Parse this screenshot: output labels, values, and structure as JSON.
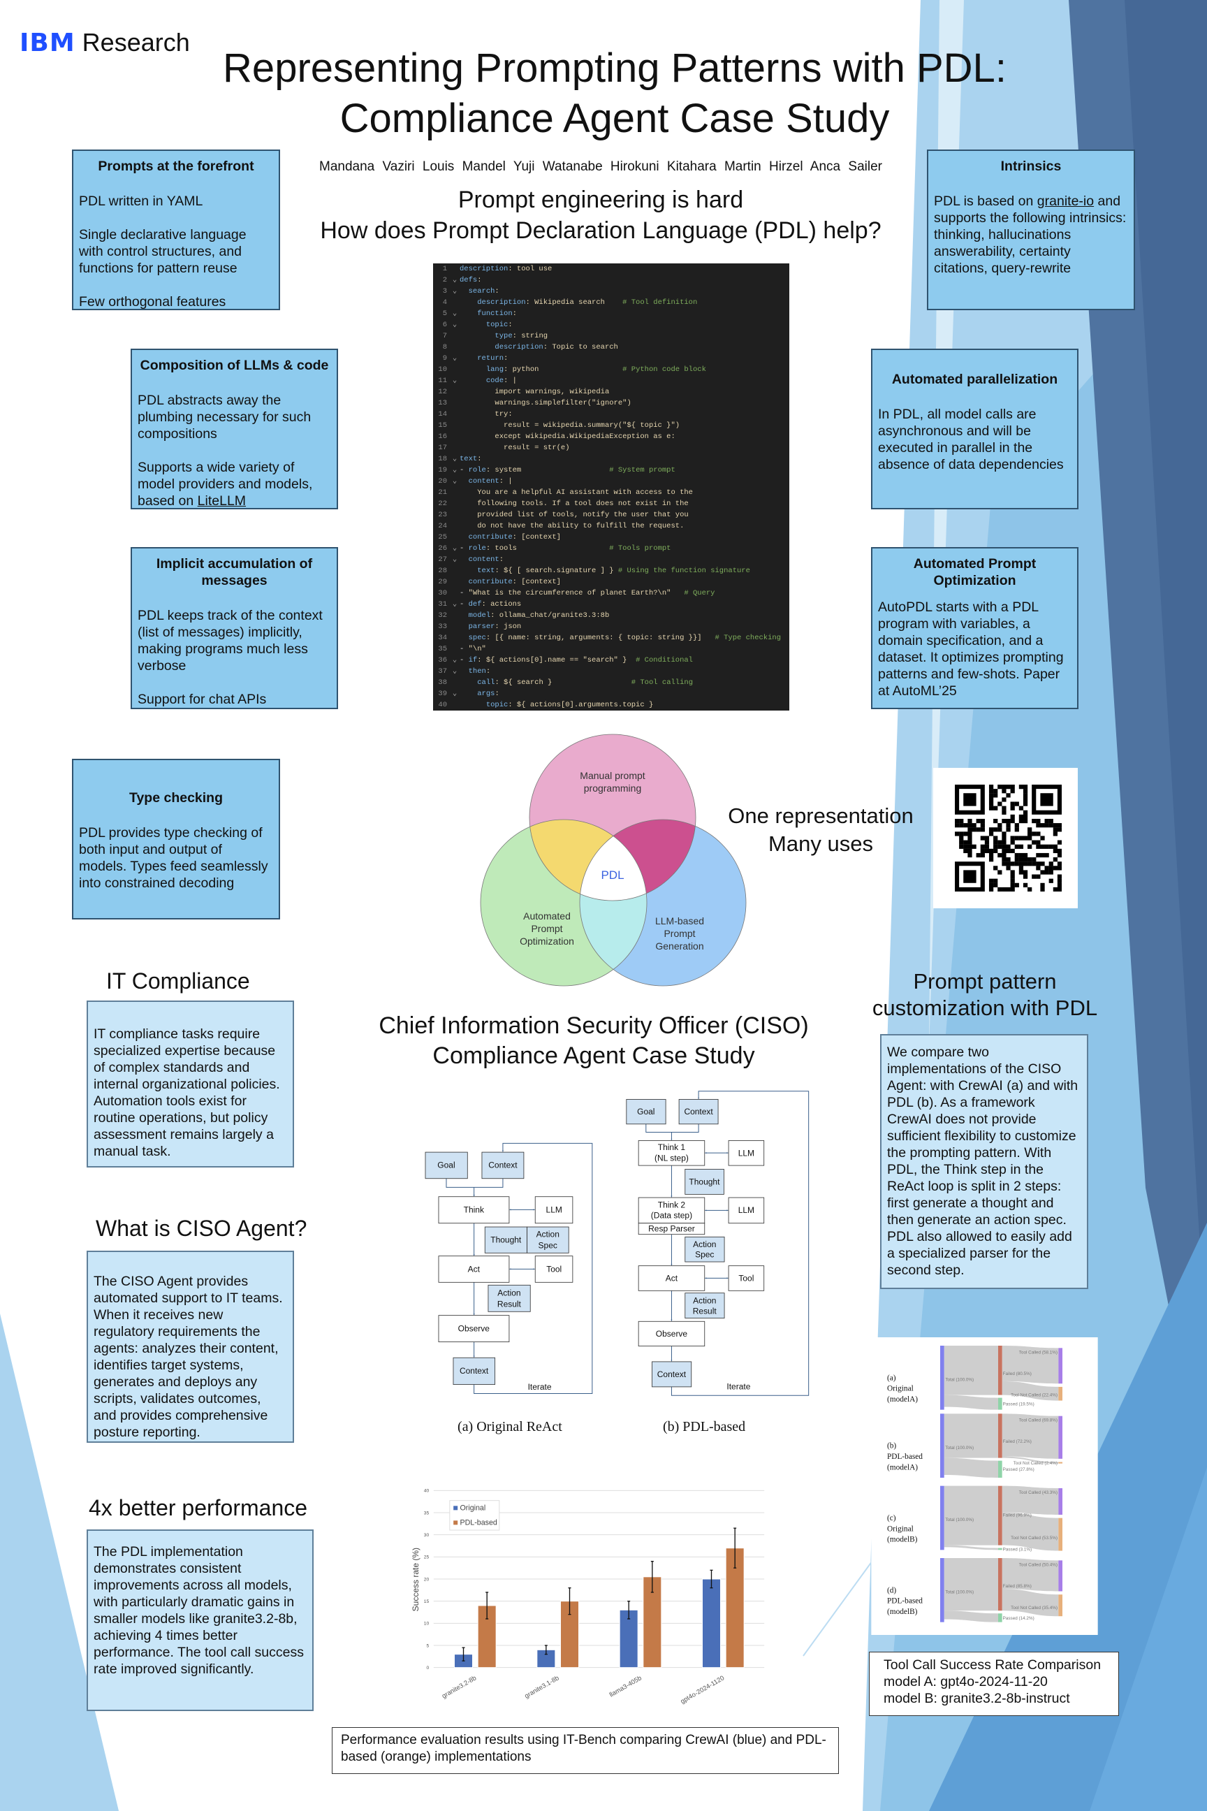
{
  "header": {
    "logo_brand": "IBM",
    "logo_text": "Research",
    "title_line1": "Representing Prompting Patterns with PDL:",
    "title_line2": "Compliance Agent Case Study",
    "authors": "Mandana Vaziri  Louis Mandel  Yuji Watanabe  Hirokuni Kitahara  Martin Hirzel  Anca Sailer",
    "question_line1": "Prompt engineering is hard",
    "question_line2": "How does Prompt Declaration Language (PDL) help?"
  },
  "boxes": {
    "forefront": {
      "title": "Prompts at the forefront",
      "p1": "PDL written in YAML",
      "p2": "Single declarative language with control structures, and functions for pattern reuse",
      "p3": "Few orthogonal features"
    },
    "intrinsics": {
      "title": "Intrinsics",
      "pre": "PDL is based on ",
      "link": "granite-io",
      "post": " and supports the following intrinsics:",
      "l1": "thinking, hallucinations",
      "l2": "answerability, certainty",
      "l3": "citations, query-rewrite"
    },
    "composition": {
      "title": "Composition of LLMs & code",
      "p1": "PDL abstracts away the plumbing necessary for such compositions",
      "p2_pre": "Supports a wide variety of model providers and models, based on ",
      "p2_link": "LiteLLM"
    },
    "parallel": {
      "title": "Automated parallelization",
      "p1": "In PDL, all model calls are asynchronous and will be executed in parallel in the absence of data dependencies"
    },
    "implicit": {
      "title": "Implicit accumulation of messages",
      "p1": "PDL keeps track of the context (list of messages) implicitly, making programs much less verbose",
      "p2": "Support for chat APIs"
    },
    "autopdl": {
      "title": "Automated Prompt Optimization",
      "p1": "AutoPDL starts with a PDL program with variables, a domain specification, and a dataset. It optimizes prompting patterns and few-shots. Paper at AutoML’25"
    },
    "types": {
      "title": "Type checking",
      "p1": "PDL provides type checking of both input and output of models. Types feed seamlessly into constrained decoding"
    }
  },
  "code_lines": [
    {
      "n": "1",
      "f": false,
      "i": "",
      "k": "description",
      "v": ": tool use",
      "c": ""
    },
    {
      "n": "2",
      "f": true,
      "i": "",
      "k": "defs",
      "v": ":",
      "c": ""
    },
    {
      "n": "3",
      "f": true,
      "i": "  ",
      "k": "search",
      "v": ":",
      "c": ""
    },
    {
      "n": "4",
      "f": false,
      "i": "    ",
      "k": "description",
      "v": ": Wikipedia search    ",
      "c": "# Tool definition"
    },
    {
      "n": "5",
      "f": true,
      "i": "    ",
      "k": "function",
      "v": ":",
      "c": ""
    },
    {
      "n": "6",
      "f": true,
      "i": "      ",
      "k": "topic",
      "v": ":",
      "c": ""
    },
    {
      "n": "7",
      "f": false,
      "i": "        ",
      "k": "type",
      "v": ": string",
      "c": ""
    },
    {
      "n": "8",
      "f": false,
      "i": "        ",
      "k": "description",
      "v": ": Topic to search",
      "c": ""
    },
    {
      "n": "9",
      "f": true,
      "i": "    ",
      "k": "return",
      "v": ":",
      "c": ""
    },
    {
      "n": "10",
      "f": false,
      "i": "      ",
      "k": "lang",
      "v": ": python                   ",
      "c": "# Python code block"
    },
    {
      "n": "11",
      "f": true,
      "i": "      ",
      "k": "code",
      "v": ": |",
      "c": ""
    },
    {
      "n": "12",
      "f": false,
      "i": "        ",
      "k": "",
      "v": "import warnings, wikipedia",
      "c": ""
    },
    {
      "n": "13",
      "f": false,
      "i": "        ",
      "k": "",
      "v": "warnings.simplefilter(\"ignore\")",
      "c": ""
    },
    {
      "n": "14",
      "f": false,
      "i": "        ",
      "k": "",
      "v": "try:",
      "c": ""
    },
    {
      "n": "15",
      "f": false,
      "i": "          ",
      "k": "",
      "v": "result = wikipedia.summary(\"${ topic }\")",
      "c": ""
    },
    {
      "n": "16",
      "f": false,
      "i": "        ",
      "k": "",
      "v": "except wikipedia.WikipediaException as e:",
      "c": ""
    },
    {
      "n": "17",
      "f": false,
      "i": "          ",
      "k": "",
      "v": "result = str(e)",
      "c": ""
    },
    {
      "n": "18",
      "f": true,
      "i": "",
      "k": "text",
      "v": ":",
      "c": ""
    },
    {
      "n": "19",
      "f": true,
      "i": "- ",
      "k": "role",
      "v": ": system                    ",
      "c": "# System prompt"
    },
    {
      "n": "20",
      "f": true,
      "i": "  ",
      "k": "content",
      "v": ": |",
      "c": ""
    },
    {
      "n": "21",
      "f": false,
      "i": "    ",
      "k": "",
      "v": "You are a helpful AI assistant with access to the",
      "c": ""
    },
    {
      "n": "22",
      "f": false,
      "i": "    ",
      "k": "",
      "v": "following tools. If a tool does not exist in the",
      "c": ""
    },
    {
      "n": "23",
      "f": false,
      "i": "    ",
      "k": "",
      "v": "provided list of tools, notify the user that you",
      "c": ""
    },
    {
      "n": "24",
      "f": false,
      "i": "    ",
      "k": "",
      "v": "do not have the ability to fulfill the request.",
      "c": ""
    },
    {
      "n": "25",
      "f": false,
      "i": "  ",
      "k": "contribute",
      "v": ": [context]",
      "c": ""
    },
    {
      "n": "26",
      "f": true,
      "i": "- ",
      "k": "role",
      "v": ": tools                     ",
      "c": "# Tools prompt"
    },
    {
      "n": "27",
      "f": true,
      "i": "  ",
      "k": "content",
      "v": ":",
      "c": ""
    },
    {
      "n": "28",
      "f": false,
      "i": "    ",
      "k": "text",
      "v": ": ${ [ search.signature ] } ",
      "c": "# Using the function signature"
    },
    {
      "n": "29",
      "f": false,
      "i": "  ",
      "k": "contribute",
      "v": ": [context]",
      "c": ""
    },
    {
      "n": "30",
      "f": false,
      "i": "- ",
      "k": "",
      "v": "\"What is the circumference of planet Earth?\\n\"   ",
      "c": "# Query"
    },
    {
      "n": "31",
      "f": true,
      "i": "- ",
      "k": "def",
      "v": ": actions",
      "c": ""
    },
    {
      "n": "32",
      "f": false,
      "i": "  ",
      "k": "model",
      "v": ": ollama_chat/granite3.3:8b",
      "c": ""
    },
    {
      "n": "33",
      "f": false,
      "i": "  ",
      "k": "parser",
      "v": ": json",
      "c": ""
    },
    {
      "n": "34",
      "f": false,
      "i": "  ",
      "k": "spec",
      "v": ": [{ name: string, arguments: { topic: string }}]   ",
      "c": "# Type checking"
    },
    {
      "n": "35",
      "f": false,
      "i": "- ",
      "k": "",
      "v": "\"\\n\"",
      "c": ""
    },
    {
      "n": "36",
      "f": true,
      "i": "- ",
      "k": "if",
      "v": ": ${ actions[0].name == \"search\" }  ",
      "c": "# Conditional"
    },
    {
      "n": "37",
      "f": true,
      "i": "  ",
      "k": "then",
      "v": ":",
      "c": ""
    },
    {
      "n": "38",
      "f": false,
      "i": "    ",
      "k": "call",
      "v": ": ${ search }                  ",
      "c": "# Tool calling"
    },
    {
      "n": "39",
      "f": true,
      "i": "    ",
      "k": "args",
      "v": ":",
      "c": ""
    },
    {
      "n": "40",
      "f": false,
      "i": "      ",
      "k": "topic",
      "v": ": ${ actions[0].arguments.topic }",
      "c": ""
    }
  ],
  "venn": {
    "manual": [
      "Manual prompt",
      "programming"
    ],
    "center": "PDL",
    "apo": [
      "Automated",
      "Prompt",
      "Optimization"
    ],
    "llm": [
      "LLM-based",
      "Prompt",
      "Generation"
    ],
    "colors": {
      "pink": "#e9abcd",
      "green": "#bfeab9",
      "blue": "#9ecbf6",
      "yellow": "#f4d96f",
      "magenta": "#cc508f",
      "cyan": "#b7ecec"
    }
  },
  "one_rep": {
    "line1": "One representation",
    "line2": "Many uses"
  },
  "sections": {
    "it_compliance": {
      "heading": "IT Compliance",
      "text": "IT compliance tasks require specialized expertise because of complex standards and internal organizational policies. Automation tools exist for routine operations, but policy assessment remains largely a manual task."
    },
    "ciso_agent": {
      "heading": "What is CISO Agent?",
      "text": "The CISO Agent provides automated support to IT teams. When it receives new regulatory requirements the agents: analyzes their content, identifies target systems, generates and deploys any scripts, validates outcomes, and provides comprehensive posture reporting."
    },
    "performance": {
      "heading": "4x better performance",
      "text": "The PDL implementation demonstrates consistent improvements across all models, with particularly dramatic gains in smaller models like granite3.2-8b, achieving 4 times better performance. The tool call success rate improved significantly."
    },
    "ciso_title": {
      "line1": "Chief Information Security Officer (CISO)",
      "line2": "Compliance Agent Case Study"
    },
    "customization": {
      "heading1": "Prompt pattern",
      "heading2": "customization with PDL",
      "text": "We compare two implementations of the CISO Agent: with CrewAI (a) and with PDL (b). As a framework CrewAI does not provide sufficient flexibility to customize the prompting pattern. With PDL, the Think step in the ReAct loop is split in 2 steps: first generate a thought and then generate an action spec. PDL also allowed to easily add a specialized parser for the second step."
    },
    "perf_caption": "Performance evaluation results using IT-Bench comparing CrewAI (blue) and PDL-based (orange) implementations",
    "tool_call_caption": {
      "l1": "Tool Call Success Rate Comparison",
      "l2": "model A: gpt4o-2024-11-20",
      "l3": "model B: granite3.2-8b-instruct"
    }
  },
  "diagram": {
    "a": {
      "goal": "Goal",
      "context": "Context",
      "think": "Think",
      "llm": "LLM",
      "thought": "Thought",
      "action_spec": [
        "Action",
        "Spec"
      ],
      "act": "Act",
      "tool": "Tool",
      "action_result": [
        "Action",
        "Result"
      ],
      "observe": "Observe",
      "context2": "Context",
      "iterate": "Iterate",
      "caption": "(a) Original ReAct"
    },
    "b": {
      "goal": "Goal",
      "context": "Context",
      "think1": [
        "Think 1",
        "(NL step)"
      ],
      "llm1": "LLM",
      "thought": "Thought",
      "think2": [
        "Think 2",
        "(Data step)"
      ],
      "resp_parser": "Resp Parser",
      "llm2": "LLM",
      "action_spec": [
        "Action",
        "Spec"
      ],
      "act": "Act",
      "tool": "Tool",
      "action_result": [
        "Action",
        "Result"
      ],
      "observe": "Observe",
      "context2": "Context",
      "iterate": "Iterate",
      "caption": "(b) PDL-based"
    }
  },
  "chart_data": [
    {
      "type": "bar",
      "title": "",
      "xlabel": "",
      "ylabel": "Success rate (%)",
      "ylim": [
        0,
        40
      ],
      "yticks": [
        0,
        5,
        10,
        15,
        20,
        25,
        30,
        35,
        40
      ],
      "grid": true,
      "legend": "top-left",
      "categories": [
        "granite3.2-8b",
        "granite3.1-8b",
        "llama3-405b",
        "gpt4o-2024-1120"
      ],
      "series": [
        {
          "name": "Original",
          "color": "#4a6fb8",
          "values": [
            3,
            4,
            13,
            20
          ],
          "errors": [
            1.5,
            1,
            2,
            2
          ]
        },
        {
          "name": "PDL-based",
          "color": "#c47a48",
          "values": [
            14,
            15,
            20.5,
            27
          ],
          "errors": [
            3,
            3,
            3.5,
            4.5
          ]
        }
      ]
    },
    {
      "type": "sankey",
      "panels": [
        {
          "label": [
            "(a)",
            "Original",
            "(modelA)"
          ],
          "total": 100.0,
          "failed": 80.5,
          "passed": 19.5,
          "tool_called": 58.1,
          "tool_not_called": 22.4
        },
        {
          "label": [
            "(b)",
            "PDL-based",
            "(modelA)"
          ],
          "total": 100.0,
          "failed": 72.2,
          "passed": 27.8,
          "tool_called": 69.8,
          "tool_not_called": 2.4
        },
        {
          "label": [
            "(c)",
            "Original",
            "(modelB)"
          ],
          "total": 100.0,
          "failed": 96.9,
          "passed": 3.1,
          "tool_called": 43.3,
          "tool_not_called": 53.5
        },
        {
          "label": [
            "(d)",
            "PDL-based",
            "(modelB)"
          ],
          "total": 100.0,
          "failed": 85.8,
          "passed": 14.2,
          "tool_called": 50.4,
          "tool_not_called": 35.4
        }
      ],
      "node_names": {
        "total": "Total",
        "failed": "Failed",
        "passed": "Passed",
        "tool_called": "Tool Called",
        "tool_not_called": "Tool Not Called"
      },
      "colors": {
        "total": "#8080ee",
        "failed": "#c8735f",
        "passed": "#8fd4a8",
        "tool_called": "#a77ee8",
        "tool_not_called": "#e7b07c",
        "flow": "#c9c9c9"
      }
    }
  ]
}
